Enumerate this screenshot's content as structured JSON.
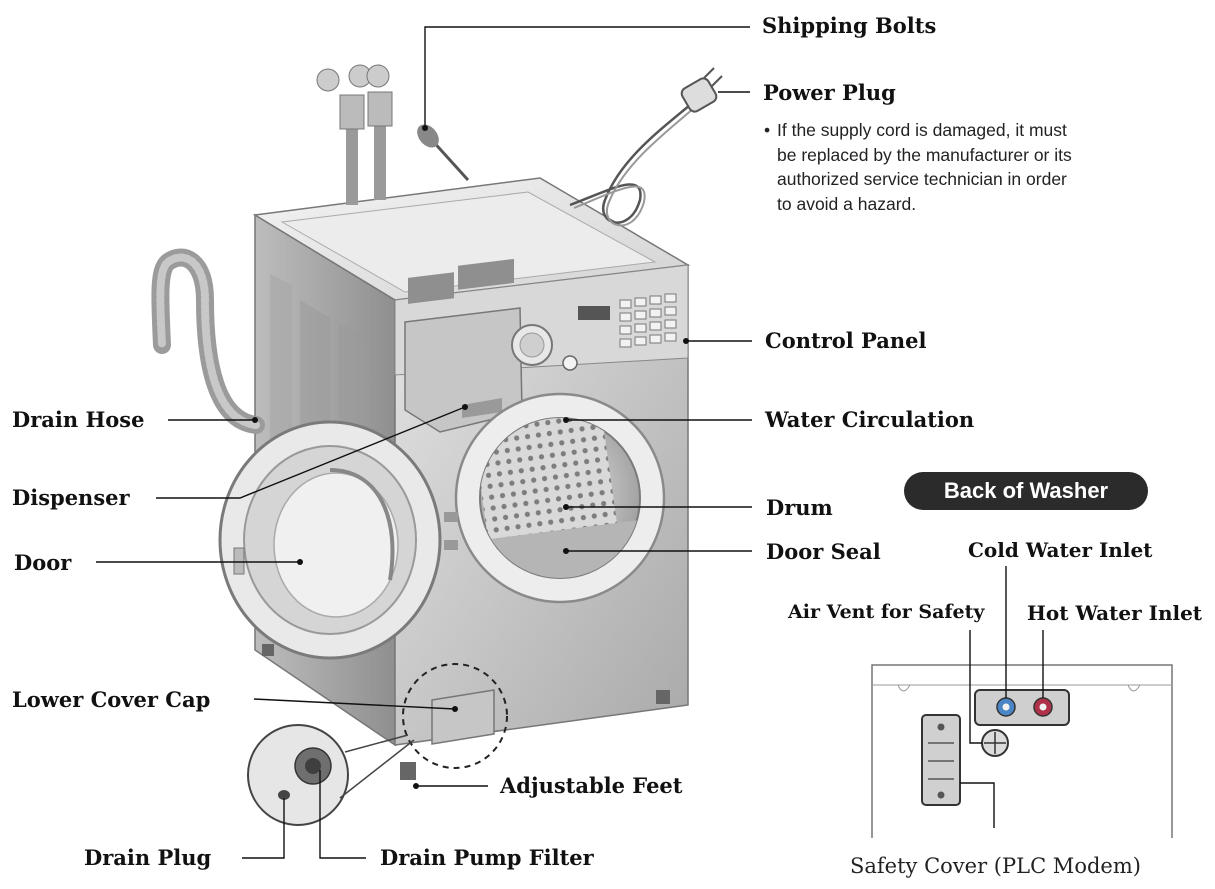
{
  "labels": {
    "shipping_bolts": "Shipping Bolts",
    "power_plug": "Power Plug",
    "power_plug_note": "If the supply cord is damaged, it must be replaced by the manufacturer or its authorized service technician in order to avoid a hazard.",
    "control_panel": "Control Panel",
    "drain_hose": "Drain Hose",
    "water_circulation": "Water Circulation",
    "dispenser": "Dispenser",
    "drum": "Drum",
    "door": "Door",
    "door_seal": "Door Seal",
    "lower_cover_cap": "Lower Cover Cap",
    "adjustable_feet": "Adjustable Feet",
    "drain_plug": "Drain Plug",
    "drain_pump_filter": "Drain Pump Filter",
    "back_of_washer": "Back of Washer",
    "cold_water_inlet": "Cold Water Inlet",
    "air_vent_for_safety": "Air Vent for Safety",
    "hot_water_inlet": "Hot Water Inlet",
    "safety_cover": "Safety Cover (PLC Modem)"
  },
  "note_bullet": "•",
  "colors": {
    "leader": "#111111",
    "washer_body": "#c9c9c9",
    "washer_dark": "#8e8e8e",
    "badge": "#2b2b2b",
    "cold": "#4a86c5",
    "hot": "#b0324a"
  }
}
